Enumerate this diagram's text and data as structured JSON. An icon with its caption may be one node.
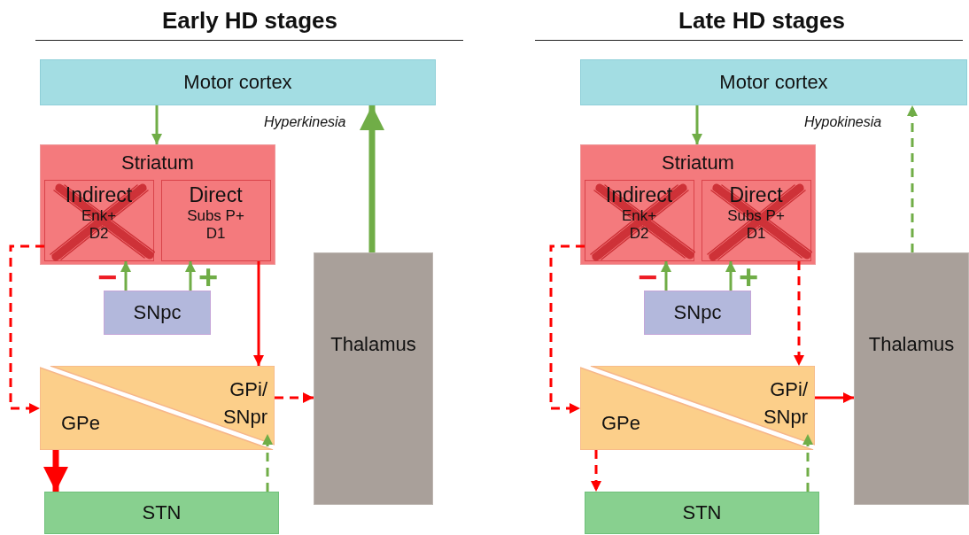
{
  "diagram": {
    "nodes": [
      {
        "text": [
          "Motor cortex"
        ]
      },
      {
        "text": [
          "Striatum"
        ]
      },
      {
        "text": [
          "Indirect",
          "Enk+",
          "D2"
        ],
        "in": 1
      },
      {
        "text": [
          "Direct",
          "Subs P+",
          "D1"
        ],
        "in": 1
      },
      {
        "text": [
          "SNpc"
        ]
      },
      {
        "text": [
          "Thalamus"
        ]
      },
      {
        "text": [],
        "shape": "box"
      },
      {
        "text": [
          "GPi/ SNpr"
        ],
        "in": 6
      },
      {
        "text": [
          "GPe"
        ],
        "in": 6
      },
      {
        "text": [
          "STN"
        ]
      },
      {
        "text": [
          "Motor cortex"
        ]
      },
      {
        "text": [
          "Striatum"
        ]
      },
      {
        "text": [
          "Indirect",
          "Enk+",
          "D2"
        ],
        "in": 11
      },
      {
        "text": [
          "Direct",
          "Subs P+",
          "D1"
        ],
        "in": 11
      },
      {
        "text": [
          "SNpc"
        ]
      },
      {
        "text": [
          "Thalamus"
        ]
      },
      {
        "text": [],
        "shape": "box"
      },
      {
        "text": [
          "GPi/ SNpr"
        ],
        "in": 16
      },
      {
        "text": [
          "GPe"
        ],
        "in": 16
      },
      {
        "text": [
          "STN"
        ]
      }
    ],
    "edges": [
      {
        "from": 0,
        "to": 1,
        "arrow": "to"
      },
      {
        "from": 4,
        "to": 2,
        "arrow": "to"
      },
      {
        "from": 4,
        "to": 3,
        "arrow": "to"
      },
      {
        "from": 2,
        "to": 8,
        "arrow": "to",
        "style": "dashed",
        "color": "#ff0000"
      },
      {
        "from": 3,
        "to": 7,
        "arrow": "to",
        "color": "#ff0000"
      },
      {
        "from": 7,
        "to": 5,
        "arrow": "to",
        "style": "dashed",
        "color": "#ff0000"
      },
      {
        "from": 8,
        "to": 9,
        "arrow": "to",
        "style": "thick",
        "color": "#ff0000"
      },
      {
        "from": 9,
        "to": 7,
        "arrow": "to",
        "style": "dashed"
      },
      {
        "from": 5,
        "to": 0,
        "arrow": "to",
        "style": "thick",
        "label": "Hyperkinesia"
      },
      {
        "from": 10,
        "to": 11,
        "arrow": "to"
      },
      {
        "from": 14,
        "to": 12,
        "arrow": "to"
      },
      {
        "from": 14,
        "to": 13,
        "arrow": "to"
      },
      {
        "from": 12,
        "to": 18,
        "arrow": "to",
        "style": "dashed",
        "color": "#ff0000"
      },
      {
        "from": 13,
        "to": 17,
        "arrow": "to",
        "style": "dashed",
        "color": "#ff0000"
      },
      {
        "from": 17,
        "to": 15,
        "arrow": "to",
        "color": "#ff0000"
      },
      {
        "from": 18,
        "to": 19,
        "arrow": "to",
        "style": "dashed",
        "color": "#ff0000"
      },
      {
        "from": 19,
        "to": 17,
        "arrow": "to",
        "style": "dashed"
      },
      {
        "from": 15,
        "to": 10,
        "arrow": "to",
        "style": "dashed",
        "label": "Hypokinesia"
      }
    ],
    "labels": [
      "Early HD stages",
      "Late HD stages",
      "−",
      "+",
      "−",
      "+"
    ]
  }
}
